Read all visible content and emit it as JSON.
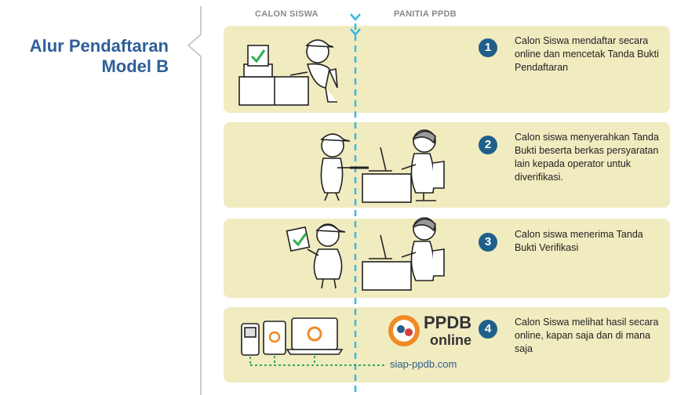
{
  "title": {
    "line1": "Alur Pendaftaran",
    "line2": "Model B"
  },
  "columns": {
    "left": "CALON SISWA",
    "right": "PANITIA PPDB"
  },
  "steps": [
    {
      "number": "1",
      "text": "Calon Siswa mendaftar secara online dan mencetak Tanda Bukti Pendaftaran"
    },
    {
      "number": "2",
      "text": "Calon siswa menyerahkan Tanda Bukti beserta berkas persyaratan lain kepada operator untuk diverifikasi."
    },
    {
      "number": "3",
      "text": "Calon siswa menerima Tanda Bukti Verifikasi"
    },
    {
      "number": "4",
      "text": "Calon Siswa melihat hasil secara online, kapan saja dan di mana saja"
    }
  ],
  "logo": {
    "brand": "PPDB",
    "sub": "online",
    "site": "siap-ppdb.com"
  },
  "colors": {
    "panel": "#f1ebc0",
    "accent": "#1f5f8a",
    "dashed": "#3bb7e3",
    "check": "#2fae4a",
    "title": "#2f5f9a"
  }
}
